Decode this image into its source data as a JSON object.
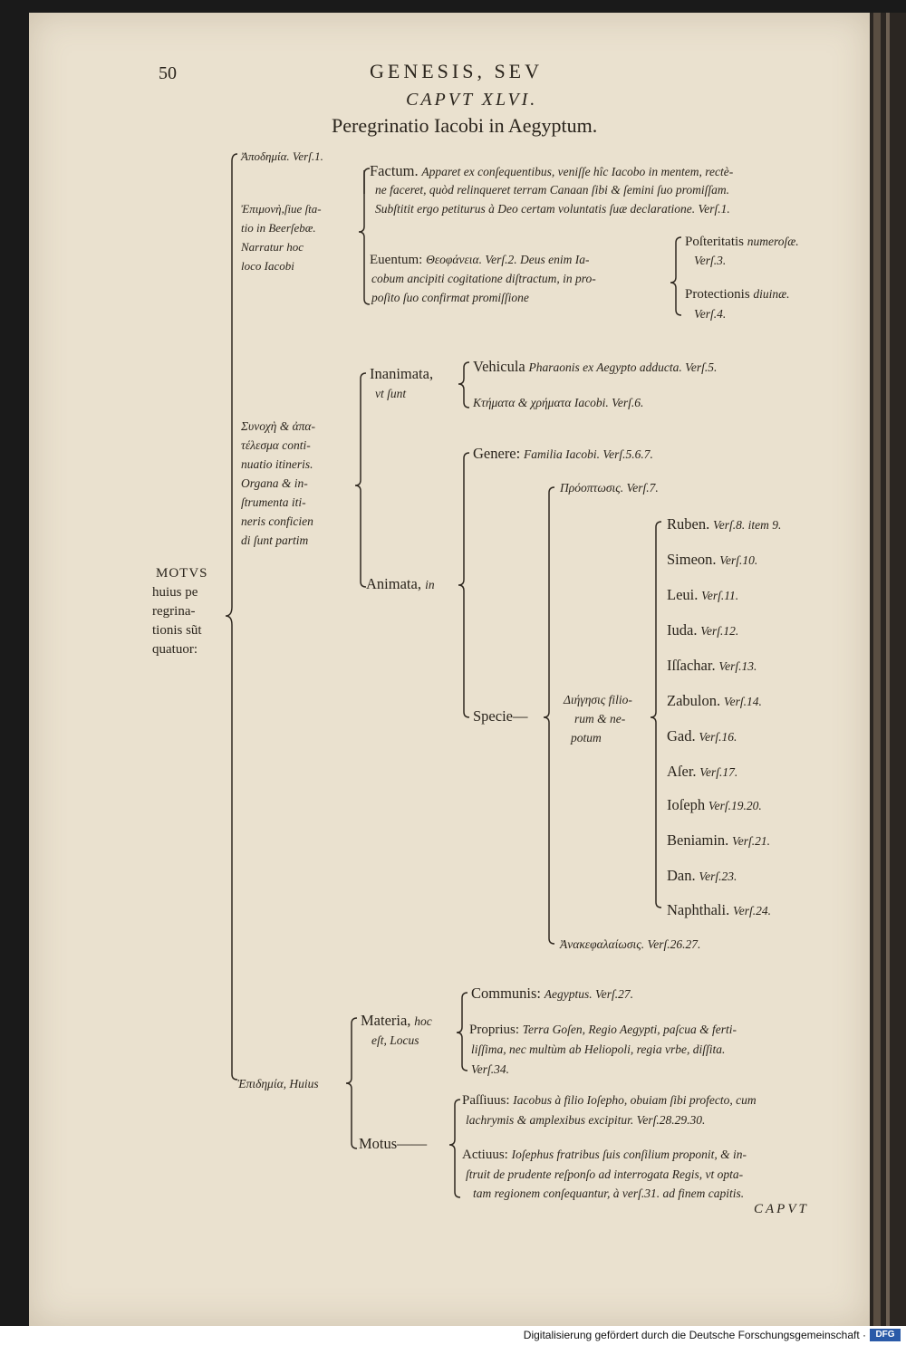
{
  "page": {
    "number": "50",
    "running_title": "GENESIS, SEV",
    "chapter": "CAPVT XLVI.",
    "title": "Peregrinatio Iacobi in Aegyptum.",
    "catchword": "CAPVT"
  },
  "root": [
    "MOTVS",
    "huius pe",
    "regrina-",
    "tionis sũt",
    "quatuor:"
  ],
  "apodemia": "Ἀποδημία. Verſ.1.",
  "epimone": {
    "label": [
      "Ἐπιμονὴ,ſiue ſta-",
      "tio in Beerſebæ.",
      "Narratur hoc",
      "loco Iacobi"
    ],
    "factum": {
      "head": "Factum.",
      "lines": [
        "Apparet ex conſequentibus, veniſſe hîc Iacobo in mentem, rectè-",
        "ne faceret, quòd relinqueret terram Canaan ſibi & ſemini ſuo promiſſam.",
        "Subſtitit ergo petiturus à Deo certam voluntatis ſuæ declaratione. Verſ.1."
      ]
    },
    "euentum": {
      "head": "Euentum:",
      "lines": [
        "Θεοφάνεια. Verſ.2. Deus enim Ia-",
        "cobum ancipiti cogitatione diſtractum, in pro-",
        "poſito ſuo confirmat promiſſione"
      ],
      "posteritatis": {
        "head": "Poſteritatis",
        "rest": "numeroſæ.",
        "vers": "Verſ.3."
      },
      "protectionis": {
        "head": "Protectionis",
        "rest": "diuinæ.",
        "vers": "Verſ.4."
      }
    }
  },
  "synoche": {
    "label": [
      "Συνοχὴ & ἀπα-",
      "τέλεσμα conti-",
      "nuatio itineris.",
      "Organa & in-",
      "ſtrumenta iti-",
      "neris conficien",
      "di ſunt partim"
    ],
    "inanimata": {
      "head": "Inanimata,",
      "sub": "vt ſunt",
      "vehicula": {
        "head": "Vehicula",
        "rest": "Pharaonis ex Aegypto adducta. Verſ.5."
      },
      "ktemata": "Κτήματα & χρήματα Iacobi. Verſ.6."
    },
    "animata": {
      "head": "Animata,",
      "sub": "in",
      "genere": {
        "head": "Genere:",
        "rest": "Familia Iacobi. Verſ.5.6.7."
      },
      "species": {
        "head": "Specie—",
        "prooptosis": "Πρόοπτωσις. Verſ.7.",
        "diegesis": [
          "Διήγησις filio-",
          "rum & ne-",
          "potum"
        ],
        "sons": [
          {
            "name": "Ruben.",
            "vers": "Verſ.8. item 9."
          },
          {
            "name": "Simeon.",
            "vers": "Verſ.10."
          },
          {
            "name": "Leui.",
            "vers": "Verſ.11."
          },
          {
            "name": "Iuda.",
            "vers": "Verſ.12."
          },
          {
            "name": "Iſſachar.",
            "vers": "Verſ.13."
          },
          {
            "name": "Zabulon.",
            "vers": "Verſ.14."
          },
          {
            "name": "Gad.",
            "vers": "Verſ.16."
          },
          {
            "name": "Aſer.",
            "vers": "Verſ.17."
          },
          {
            "name": "Ioſeph",
            "vers": "Verſ.19.20."
          },
          {
            "name": "Beniamin.",
            "vers": "Verſ.21."
          },
          {
            "name": "Dan.",
            "vers": "Verſ.23."
          },
          {
            "name": "Naphthali.",
            "vers": "Verſ.24."
          }
        ],
        "anakephalaiosis": "Ἀνακεφαλαίωσις. Verſ.26.27."
      }
    }
  },
  "epidemia": {
    "label": "Ἐπιδημία, Huius",
    "materia": {
      "head": "Materia,",
      "sub1": "hoc",
      "sub2": "eſt, Locus",
      "communis": {
        "head": "Communis:",
        "rest": "Aegyptus. Verſ.27."
      },
      "proprius": {
        "head": "Proprius:",
        "lines": [
          "Terra Goſen, Regio Aegypti, paſcua & ferti-",
          "liſſima, nec multùm ab Heliopoli, regia vrbe, diſſita.",
          "Verſ.34."
        ]
      }
    },
    "motus": {
      "head": "Motus——",
      "passiuus": {
        "head": "Paſſiuus:",
        "lines": [
          "Iacobus à filio Ioſepho, obuiam ſibi profecto, cum",
          "lachrymis & amplexibus excipitur. Verſ.28.29.30."
        ]
      },
      "actiuus": {
        "head": "Actiuus:",
        "lines": [
          "Ioſephus fratribus ſuis conſilium proponit, & in-",
          "ſtruit de prudente reſponſo ad interrogata Regis, vt opta-",
          "tam regionem conſequantur, à verſ.31. ad finem capitis."
        ]
      }
    }
  },
  "footer": {
    "text": "Digitalisierung gefördert durch die Deutsche Forschungsgemeinschaft ·",
    "logo": "DFG"
  }
}
